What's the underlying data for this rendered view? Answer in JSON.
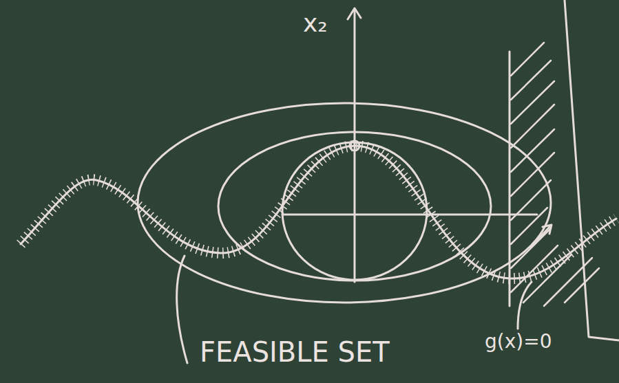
{
  "diagram": {
    "labels": [
      "x₂",
      "FEASIBLE SET",
      "g(x)=0"
    ]
  }
}
